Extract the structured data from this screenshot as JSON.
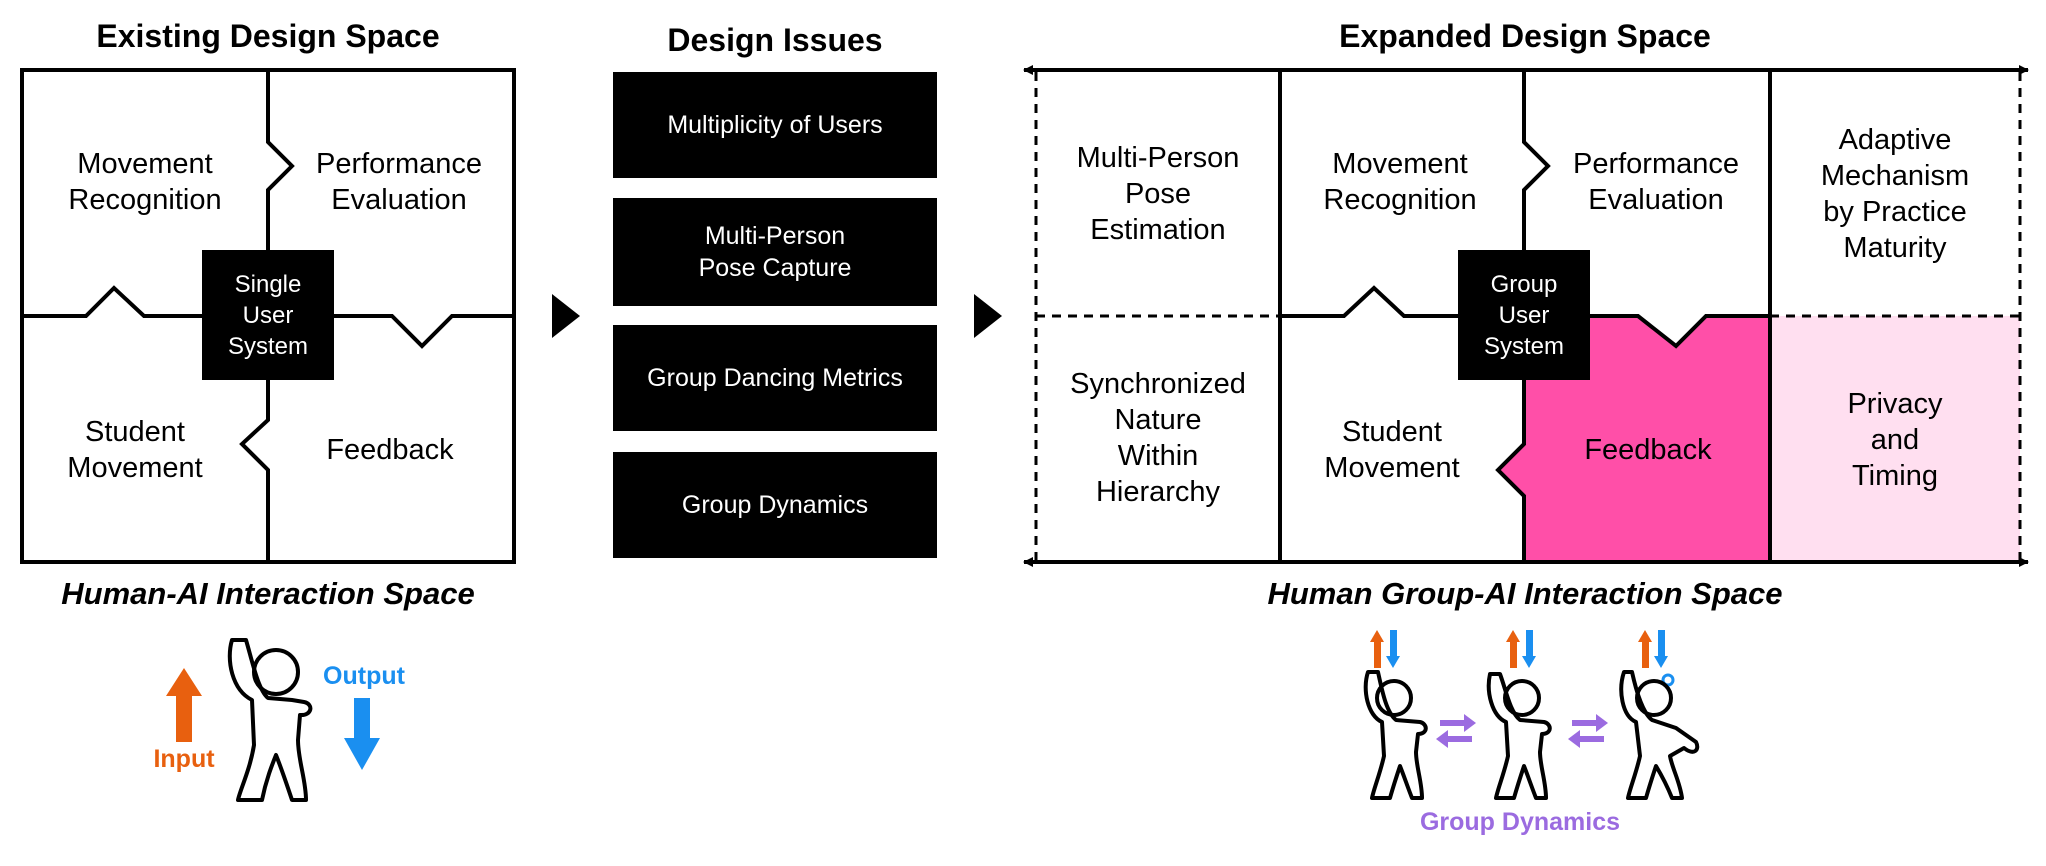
{
  "colors": {
    "feedback_fill": "#ff4fa8",
    "privacy_fill": "#ffdff0",
    "input_color": "#e8600f",
    "output_color": "#1a8ff0",
    "dynamics_color": "#9b6be0"
  },
  "existing": {
    "title": "Existing Design Space",
    "movement_recognition": "Movement\nRecognition",
    "performance_evaluation": "Performance\nEvaluation",
    "student_movement": "Student\nMovement",
    "feedback": "Feedback",
    "center": "Single\nUser\nSystem",
    "subtitle": "Human-AI Interaction Space",
    "input_label": "Input",
    "output_label": "Output"
  },
  "issues": {
    "title": "Design Issues",
    "items": [
      "Multiplicity of Users",
      "Multi-Person\nPose Capture",
      "Group Dancing Metrics",
      "Group Dynamics"
    ]
  },
  "expanded": {
    "title": "Expanded Design Space",
    "multi_person_pose": "Multi-Person\nPose\nEstimation",
    "synchronized": "Synchronized\nNature\nWithin\nHierarchy",
    "movement_recognition": "Movement\nRecognition",
    "performance_evaluation": "Performance\nEvaluation",
    "student_movement": "Student\nMovement",
    "feedback": "Feedback",
    "center": "Group\nUser\nSystem",
    "adaptive": "Adaptive\nMechanism\nby Practice\nMaturity",
    "privacy": "Privacy\nand\nTiming",
    "subtitle": "Human Group-AI Interaction Space",
    "group_dynamics_label": "Group Dynamics"
  }
}
